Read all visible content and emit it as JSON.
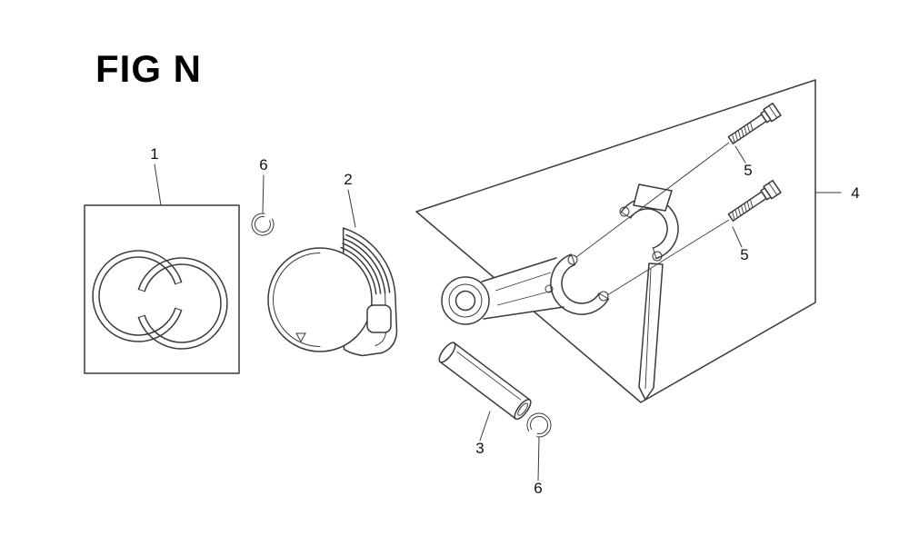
{
  "title": "FIG N",
  "figure": {
    "callouts": {
      "ring_set": "1",
      "piston": "2",
      "piston_pin": "3",
      "connecting_rod_box": "4",
      "bolt_upper": "5",
      "bolt_lower": "5",
      "clip_upper": "6",
      "clip_lower": "6"
    }
  },
  "colors": {
    "background": "#ffffff",
    "line": "#3a3a3a",
    "text": "#111111"
  }
}
